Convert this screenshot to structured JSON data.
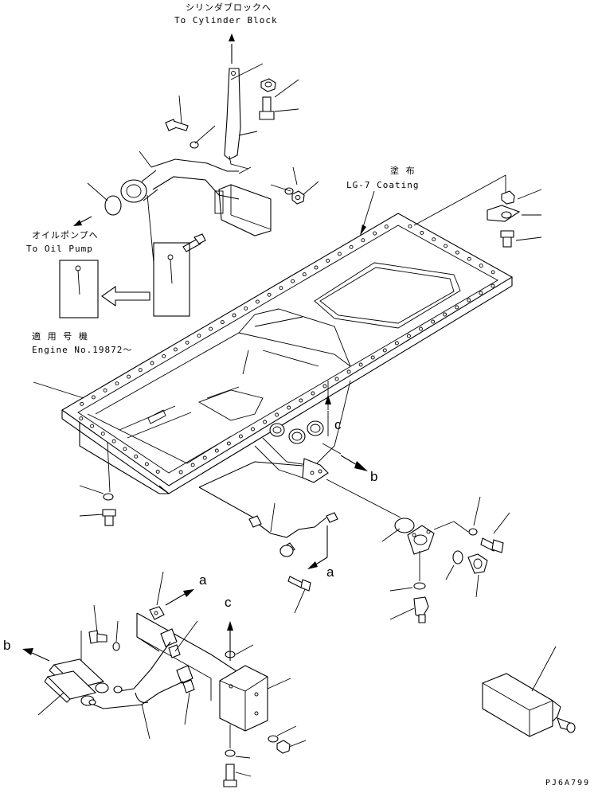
{
  "labels": {
    "cyl_jp": "シリンダブロックへ",
    "cyl_en": "To Cylinder Block",
    "coat_jp": "塗 布",
    "coat_en": "LG-7 Coating",
    "pump_jp": "オイルポンプへ",
    "pump_en": "To Oil Pump",
    "app_jp": "適 用 号 機",
    "app_en": "Engine No.19872～",
    "ref_a1": "a",
    "ref_a2": "a",
    "ref_b1": "b",
    "ref_b2": "b",
    "ref_c1": "c",
    "ref_c2": "c",
    "code": "PJ6A799"
  },
  "colors": {
    "line": "#000000",
    "background": "#ffffff"
  }
}
